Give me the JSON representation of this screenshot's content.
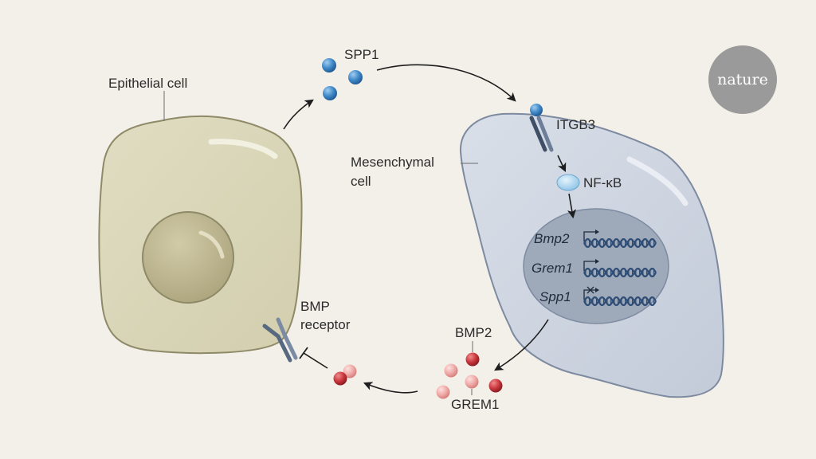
{
  "labels": {
    "epithelial_cell": "Epithelial cell",
    "spp1": "SPP1",
    "itgb3": "ITGB3",
    "mesenchymal_line1": "Mesenchymal",
    "mesenchymal_line2": "cell",
    "nfkb": "NF-κB",
    "bmp_receptor_line1": "BMP",
    "bmp_receptor_line2": "receptor",
    "bmp2": "BMP2",
    "grem1": "GREM1"
  },
  "genes": [
    "Bmp2",
    "Grem1",
    "Spp1"
  ],
  "logo": "nature",
  "colors": {
    "background": "#f3f0e9",
    "epithelial_cell": "#d9d6b8",
    "epithelial_nucleus": "#bcb58e",
    "mesenchymal_cell": "#cfd6e1",
    "mesenchymal_nucleus": "#9ea9ba",
    "spp1_protein": "#3d86c6",
    "nfkb": "#a9d4ef",
    "receptor": "#5d6f87",
    "bmp2_protein": "#c8353c",
    "grem1_protein": "#eeaaa7",
    "dna": "#2f4d75",
    "logo": "#9a9a9a"
  }
}
